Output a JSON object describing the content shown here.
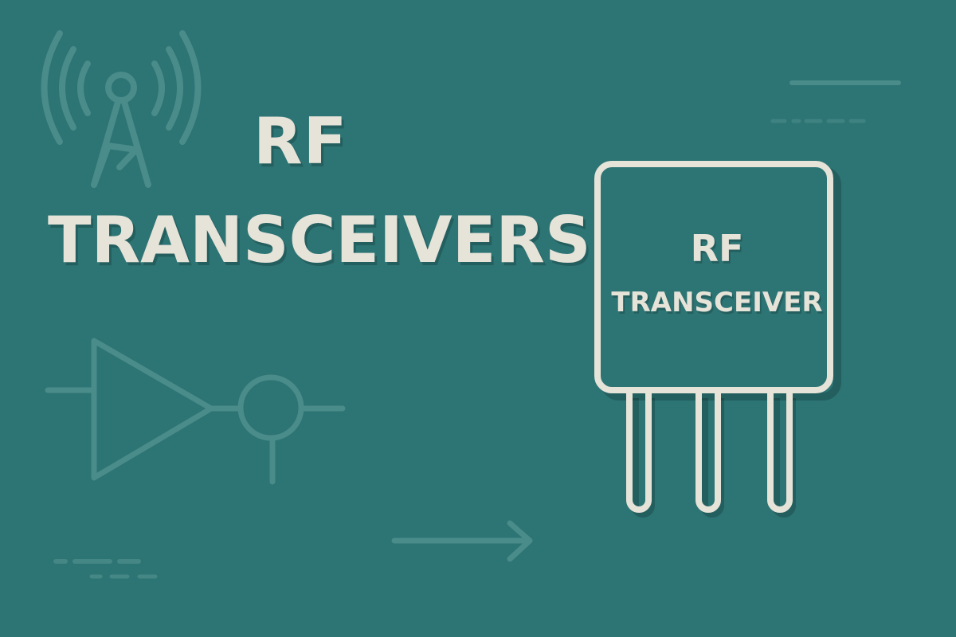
{
  "headline": {
    "line1": "RF",
    "line2": "TRANSCEIVERS"
  },
  "chip": {
    "line1": "RF",
    "line2": "TRANSCEIVER",
    "pin_count": 3
  },
  "decorations": {
    "icons": [
      "antenna-tower-icon",
      "amplifier-mixer-schematic-icon",
      "arrow-right-icon"
    ]
  },
  "colors": {
    "background": "#2d7474",
    "foreground": "#e6e3d8",
    "decoration": "#4a8c8a"
  }
}
